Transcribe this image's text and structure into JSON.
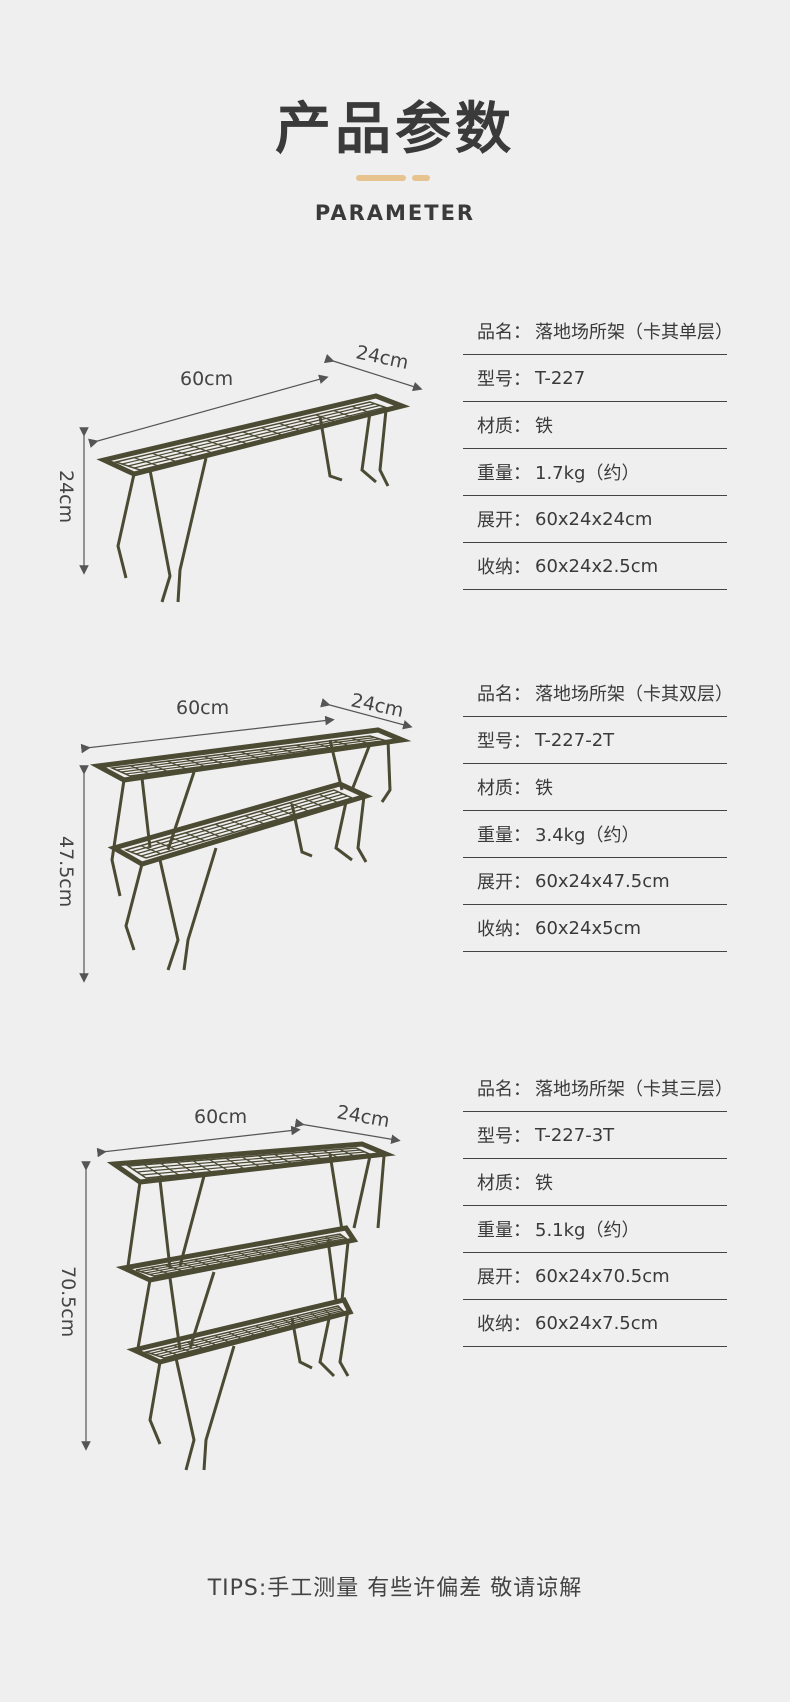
{
  "header": {
    "title": "产品参数",
    "subtitle": "PARAMETER",
    "accent_color": "#e7c48f"
  },
  "products": [
    {
      "dims": {
        "length": "60cm",
        "width": "24cm",
        "height": "24cm"
      },
      "specs": [
        {
          "key": "品名：",
          "value": "落地场所架（卡其单层）"
        },
        {
          "key": "型号：",
          "value": "T-227"
        },
        {
          "key": "材质：",
          "value": "铁"
        },
        {
          "key": "重量：",
          "value": "1.7kg（约）"
        },
        {
          "key": "展开：",
          "value": "60x24x24cm"
        },
        {
          "key": "收纳：",
          "value": "60x24x2.5cm"
        }
      ]
    },
    {
      "dims": {
        "length": "60cm",
        "width": "24cm",
        "height": "47.5cm"
      },
      "specs": [
        {
          "key": "品名：",
          "value": "落地场所架（卡其双层）"
        },
        {
          "key": "型号：",
          "value": "T-227-2T"
        },
        {
          "key": "材质：",
          "value": "铁"
        },
        {
          "key": "重量：",
          "value": "3.4kg（约）"
        },
        {
          "key": "展开：",
          "value": "60x24x47.5cm"
        },
        {
          "key": "收纳：",
          "value": "60x24x5cm"
        }
      ]
    },
    {
      "dims": {
        "length": "60cm",
        "width": "24cm",
        "height": "70.5cm"
      },
      "specs": [
        {
          "key": "品名：",
          "value": "落地场所架（卡其三层）"
        },
        {
          "key": "型号：",
          "value": "T-227-3T"
        },
        {
          "key": "材质：",
          "value": "铁"
        },
        {
          "key": "重量：",
          "value": "5.1kg（约）"
        },
        {
          "key": "展开：",
          "value": "60x24x70.5cm"
        },
        {
          "key": "收纳：",
          "value": "60x24x7.5cm"
        }
      ]
    }
  ],
  "tips": "TIPS:手工测量 有些许偏差 敬请谅解",
  "colors": {
    "rack": "#4b4a33",
    "line": "#444444"
  }
}
